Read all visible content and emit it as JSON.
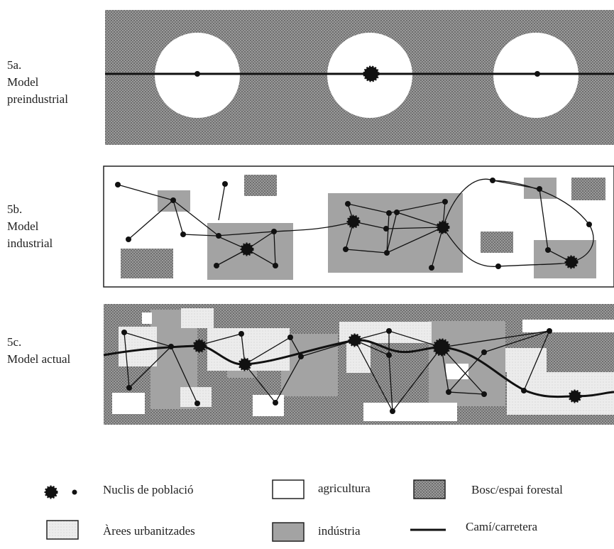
{
  "models": [
    {
      "id": "5a",
      "num": "5a.",
      "line1": "Model",
      "line2": "preindustrial"
    },
    {
      "id": "5b",
      "num": "5b.",
      "line1": "Model",
      "line2": "industrial"
    },
    {
      "id": "5c",
      "num": "5c.",
      "line1": "Model actual",
      "line2": ""
    }
  ],
  "legend": {
    "nuclis": "Nuclis de població",
    "urban": "Àrees urbanitzades",
    "agri": "agricultura",
    "industria": "indústria",
    "bosc": "Bosc/espai forestal",
    "cami": "Camí/carretera"
  },
  "colors": {
    "forest": "#8a8a8a",
    "industry": "#a3a3a3",
    "urban": "#e6e6e6",
    "agriculture": "#ffffff",
    "ink": "#111111"
  }
}
